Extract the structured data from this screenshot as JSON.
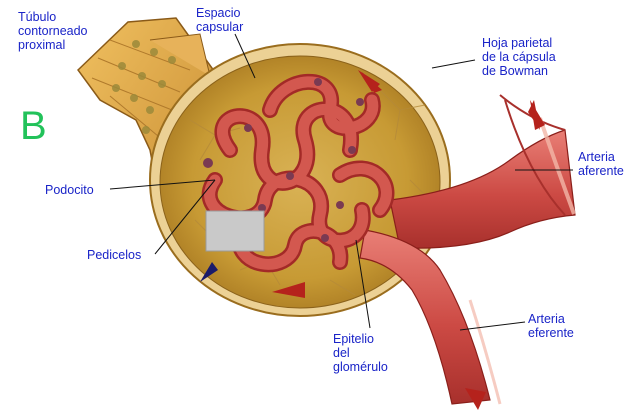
{
  "figure": {
    "panel_letter": "B",
    "labels": {
      "tubulo": "Túbulo\ncontorneado\nproximal",
      "espacio": "Espacio\ncapsular",
      "hoja": "Hoja parietal\nde la cápsula\nde Bowman",
      "podocito": "Podocito",
      "pedicelos": "Pedicelos",
      "aferente": "Arteria\naferente",
      "eferente": "Arteria\neferente",
      "epitelio": "Epitelio\ndel\nglomérulo"
    }
  },
  "colors": {
    "label_text": "#1a24c8",
    "panel_letter": "#22c25a",
    "capsule_fill": "#c9a03a",
    "capsule_outer": "#e9c987",
    "glomerulus": "#c8403e",
    "artery": "#d45a54",
    "flow_arrow": "#b5221c",
    "leader_line": "#111111"
  }
}
